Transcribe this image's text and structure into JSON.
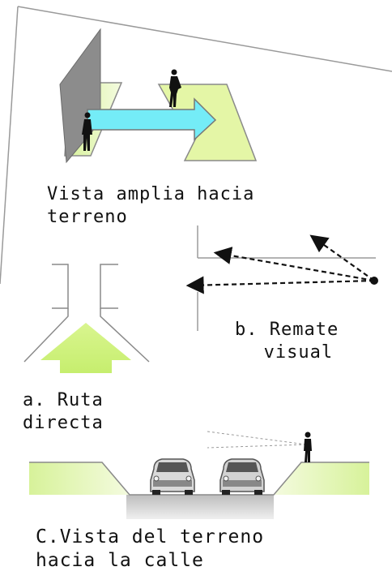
{
  "captions": {
    "vista_amplia": "Vista amplia hacia\nterreno",
    "remate_visual": "b. Remate\n  visual",
    "ruta_directa": "a. Ruta\ndirecta",
    "vista_calle": "C.Vista del terreno\nhacia la calle"
  },
  "colors": {
    "ground_green": "#e6f7a8",
    "arrow_green": "#d4f58a",
    "arrow_cyan": "#6fe9f5",
    "wall_gray": "#8a8a8a",
    "road_gray": "#c9c9c9",
    "line_gray": "#9a9a9a"
  },
  "icons": [
    "person-silhouette-icon",
    "car-icon"
  ]
}
